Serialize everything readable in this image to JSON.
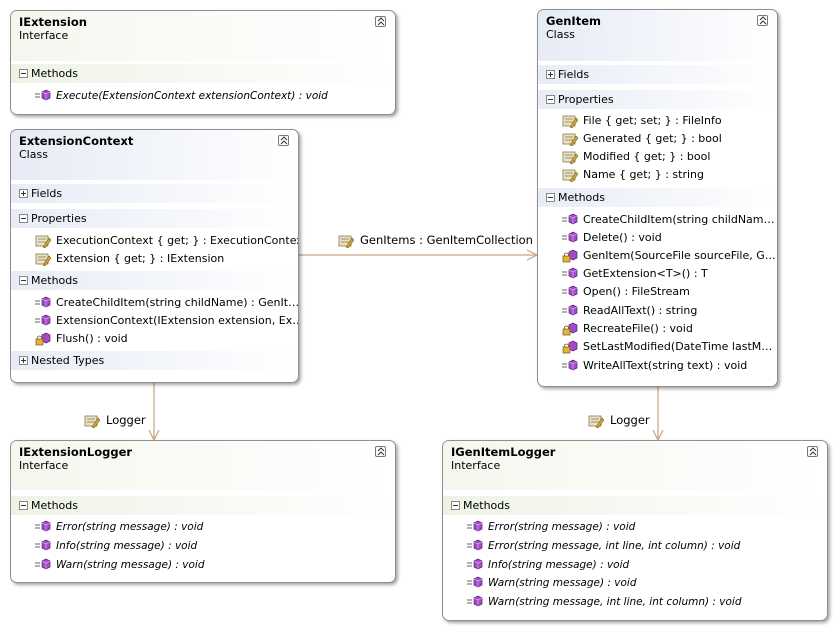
{
  "boxes": {
    "iextension": {
      "name": "IExtension",
      "stereotype": "Interface",
      "sections": [
        "Methods"
      ],
      "methods": [
        "Execute(ExtensionContext extensionContext) : void"
      ]
    },
    "extensioncontext": {
      "name": "ExtensionContext",
      "stereotype": "Class",
      "sections": [
        "Fields",
        "Properties",
        "Methods",
        "Nested Types"
      ],
      "properties": [
        "ExecutionContext { get; } : ExecutionContext",
        "Extension { get; } : IExtension"
      ],
      "methods": [
        "CreateChildItem(string childName) : GenIt…",
        "ExtensionContext(IExtension extension, Ex…",
        "Flush() : void"
      ]
    },
    "genitem": {
      "name": "GenItem",
      "stereotype": "Class",
      "sections": [
        "Fields",
        "Properties",
        "Methods"
      ],
      "properties": [
        "File { get; set; } : FileInfo",
        "Generated { get; } : bool",
        "Modified { get; } : bool",
        "Name { get; } : string"
      ],
      "methods": [
        "CreateChildItem(string childNam…",
        "Delete() : void",
        "GenItem(SourceFile sourceFile, G…",
        "GetExtension<T>() : T",
        "Open() : FileStream",
        "ReadAllText() : string",
        "RecreateFile() : void",
        "SetLastModified(DateTime lastM…",
        "WriteAllText(string text) : void"
      ]
    },
    "iextensionlogger": {
      "name": "IExtensionLogger",
      "stereotype": "Interface",
      "sections": [
        "Methods"
      ],
      "methods": [
        "Error(string message) : void",
        "Info(string message) : void",
        "Warn(string message) : void"
      ]
    },
    "igenitemlogger": {
      "name": "IGenItemLogger",
      "stereotype": "Interface",
      "sections": [
        "Methods"
      ],
      "methods": [
        "Error(string message) : void",
        "Error(string message, int line, int column) : void",
        "Info(string message) : void",
        "Warn(string message) : void",
        "Warn(string message, int line, int column) : void"
      ]
    }
  },
  "associations": {
    "genitems": "GenItems : GenItemCollection",
    "logger_left": "Logger",
    "logger_right": "Logger"
  },
  "icons": {
    "property": "property-wrench-icon",
    "method": "method-purple-cube-icon",
    "private_method": "private-method-lock-icon",
    "collapse": "double-chevron-up-icon"
  },
  "colors": {
    "border": "#8f8f8f",
    "arrow": "#c9a27e",
    "method": "#a24ac7",
    "property": "#d0a63a"
  }
}
